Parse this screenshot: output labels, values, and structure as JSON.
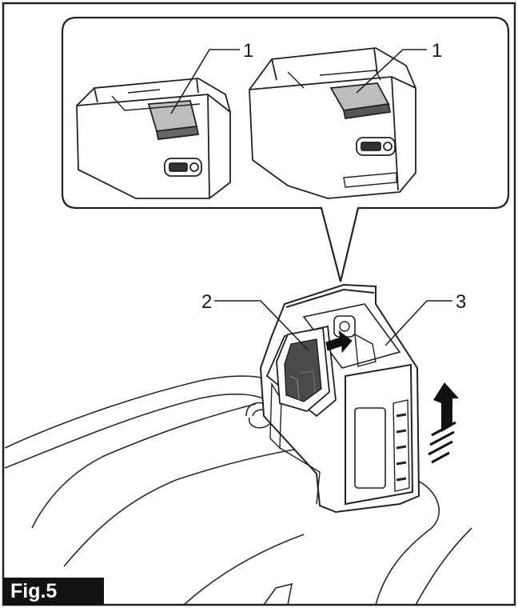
{
  "figure": {
    "label": "Fig.5",
    "callouts": {
      "top_left": "1",
      "top_right": "1",
      "battery": "2",
      "housing": "3"
    }
  }
}
